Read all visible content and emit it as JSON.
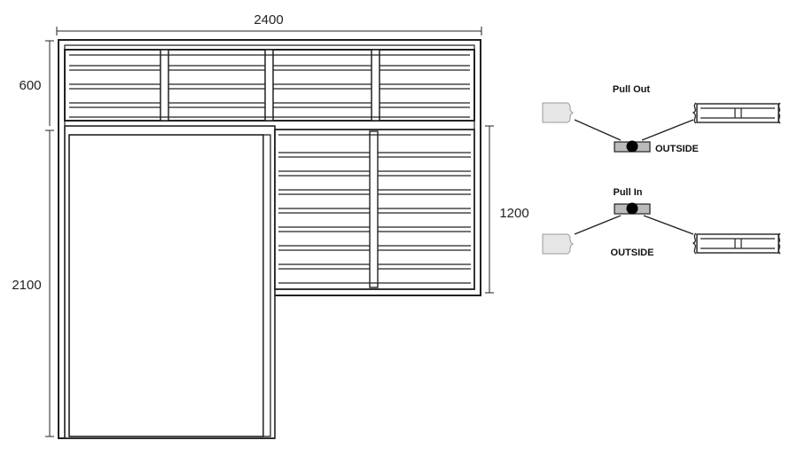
{
  "dimensions": {
    "width_top": "2400",
    "height_upper_left": "600",
    "height_left": "2100",
    "height_right": "1200"
  },
  "hinge_legend": {
    "pull_out": {
      "title": "Pull Out",
      "outside_label": "OUTSIDE"
    },
    "pull_in": {
      "title": "Pull In",
      "outside_label": "OUTSIDE"
    }
  },
  "colors": {
    "line": "#222222",
    "frame_fill": "#ffffff",
    "wall_fill": "#e6e6e6",
    "hinge_fill": "#bbbbbb",
    "hinge_pin": "#000000"
  }
}
